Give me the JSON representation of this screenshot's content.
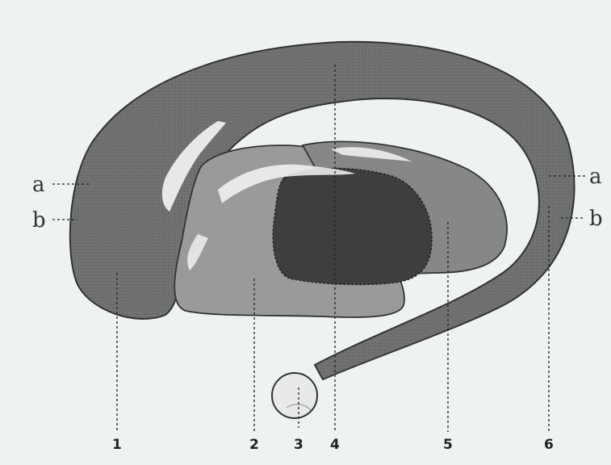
{
  "labels": {
    "side_left_a": "a",
    "side_left_b": "b",
    "side_right_a": "a",
    "side_right_b": "b",
    "n1": "1",
    "n2": "2",
    "n3": "3",
    "n4": "4",
    "n5": "5",
    "n6": "6"
  },
  "colors": {
    "background": "#eef2f2",
    "outer_arch": "#6f7170",
    "middle_body": "#999b9a",
    "dark_core": "#3d3f3f",
    "right_body": "#868887",
    "white_streak": "#f4f6f6",
    "bulb": "#e8eaea"
  }
}
